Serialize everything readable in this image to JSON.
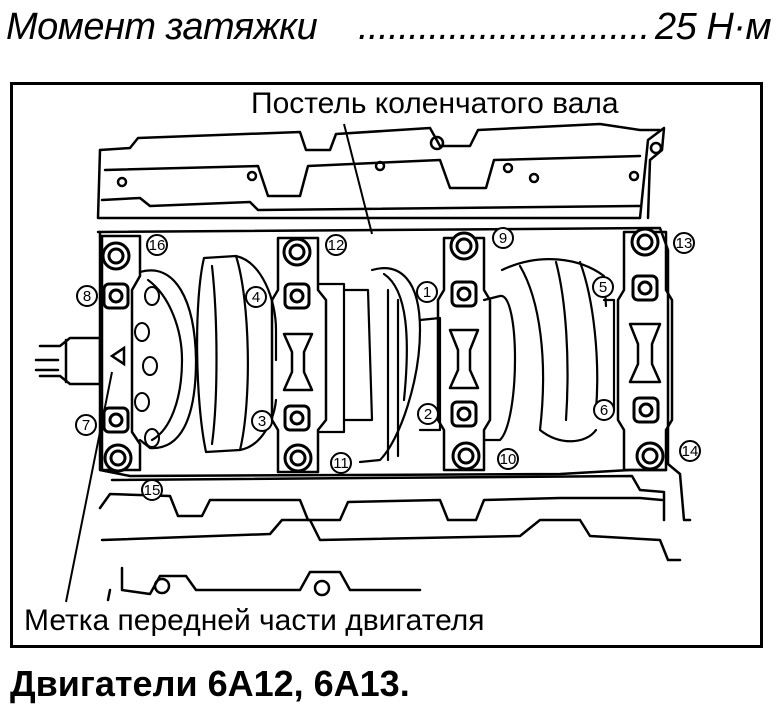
{
  "torque": {
    "label": "Момент затяжки",
    "dots": "....................................................",
    "value": "25 Н·м"
  },
  "callouts": {
    "crank_bed": "Постель коленчатого вала",
    "front_mark": "Метка передней части двигателя"
  },
  "caption": "Двигатели 6А12, 6А13.",
  "bolt_numbers": [
    "1",
    "2",
    "3",
    "4",
    "5",
    "6",
    "7",
    "8",
    "9",
    "10",
    "11",
    "12",
    "13",
    "14",
    "15",
    "16"
  ]
}
